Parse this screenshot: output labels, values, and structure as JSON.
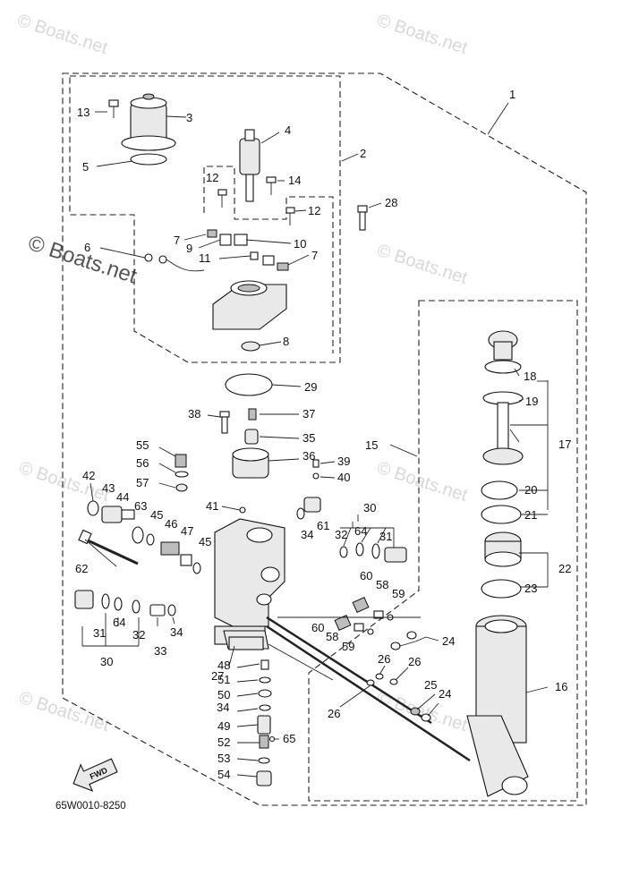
{
  "watermark": {
    "text": "© Boats.net"
  },
  "diagram_code": "65W0010-8250",
  "fwd_label": "FWD",
  "callouts": {
    "c1": "1",
    "c2": "2",
    "c3": "3",
    "c4": "4",
    "c5": "5",
    "c6": "6",
    "c7a": "7",
    "c7b": "7",
    "c8": "8",
    "c9": "9",
    "c10": "10",
    "c11": "11",
    "c12a": "12",
    "c12b": "12",
    "c13": "13",
    "c14": "14",
    "c15": "15",
    "c16": "16",
    "c17": "17",
    "c18": "18",
    "c19": "19",
    "c20": "20",
    "c21": "21",
    "c22": "22",
    "c23": "23",
    "c24a": "24",
    "c24b": "24",
    "c25": "25",
    "c26a": "26",
    "c26b": "26",
    "c26c": "26",
    "c27": "27",
    "c28": "28",
    "c29": "29",
    "c30a": "30",
    "c30b": "30",
    "c31a": "31",
    "c31b": "31",
    "c32a": "32",
    "c32b": "32",
    "c33": "33",
    "c34a": "34",
    "c34b": "34",
    "c34c": "34",
    "c35": "35",
    "c36": "36",
    "c37": "37",
    "c38": "38",
    "c39": "39",
    "c40": "40",
    "c41": "41",
    "c42": "42",
    "c43": "43",
    "c44": "44",
    "c45a": "45",
    "c45b": "45",
    "c46": "46",
    "c47": "47",
    "c48": "48",
    "c49": "49",
    "c50": "50",
    "c51": "51",
    "c52": "52",
    "c53": "53",
    "c54": "54",
    "c55": "55",
    "c56": "56",
    "c57": "57",
    "c58a": "58",
    "c58b": "58",
    "c59a": "59",
    "c59b": "59",
    "c60a": "60",
    "c60b": "60",
    "c61": "61",
    "c62": "62",
    "c63": "63",
    "c64a": "64",
    "c64b": "64",
    "c65": "65"
  }
}
